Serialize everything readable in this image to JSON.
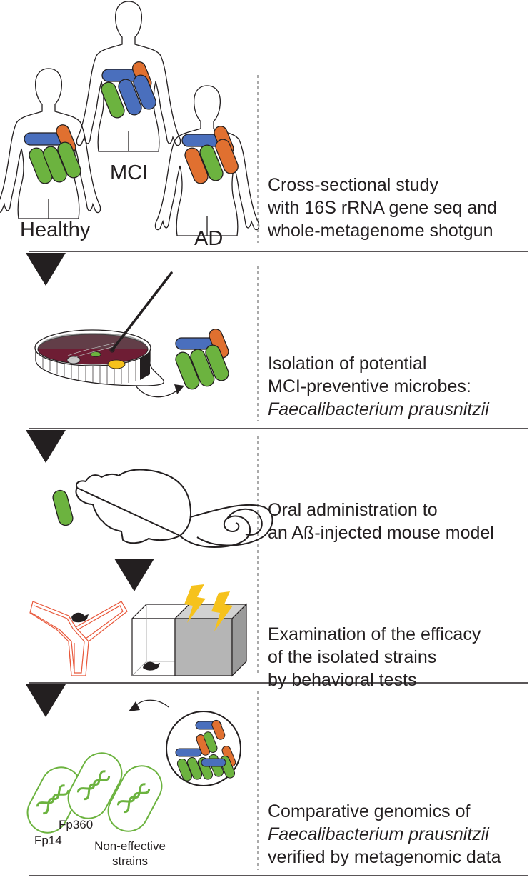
{
  "steps": [
    {
      "lines": [
        "Cross-sectional study",
        "with 16S rRNA gene seq and",
        "whole-metagenome shotgun"
      ],
      "italic_lines": []
    },
    {
      "lines": [
        "Isolation of potential",
        "MCI-preventive microbes:",
        "Faecalibacterium prausnitzii"
      ],
      "italic_lines": [
        2
      ]
    },
    {
      "lines": [
        "Oral administration to",
        "an Aß-injected mouse model"
      ],
      "italic_lines": []
    },
    {
      "lines": [
        "Examination of the efficacy",
        "of the isolated strains",
        "by behavioral tests"
      ],
      "italic_lines": []
    },
    {
      "lines": [
        "Comparative genomics of",
        "Faecalibacterium prausnitzii",
        "verified by metagenomic data"
      ],
      "italic_lines": [
        1
      ]
    }
  ],
  "groups": {
    "healthy": "Healthy",
    "mci": "MCI",
    "ad": "AD"
  },
  "strains": {
    "fp14": "Fp14",
    "fp360": "Fp360",
    "non_effective": "Non-effective strains"
  },
  "colors": {
    "blue": "#4a6fbd",
    "green": "#6cb33f",
    "orange": "#e07030",
    "dark": "#231f20",
    "dish": "#6e1d34",
    "ymaze": "#e8573a",
    "bolt": "#f6c21c",
    "box": "#b5b5b5"
  }
}
